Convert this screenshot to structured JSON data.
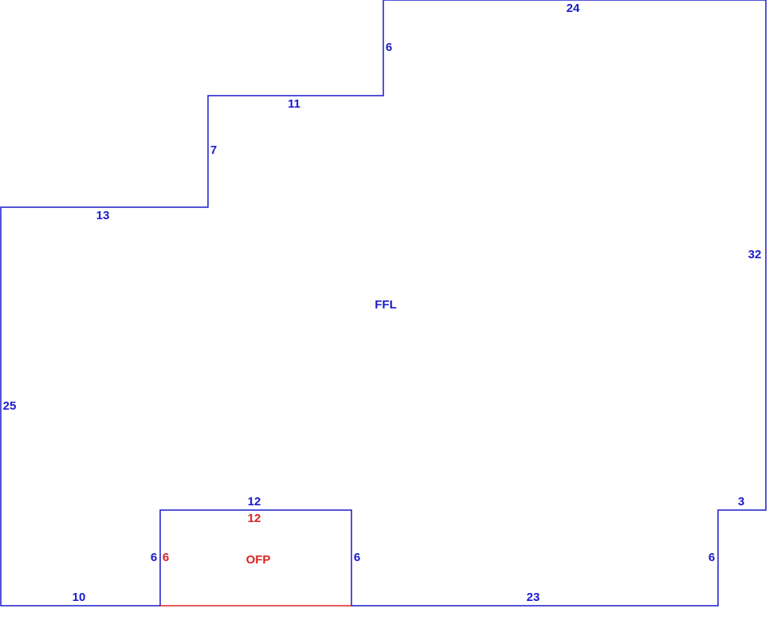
{
  "colors": {
    "main": "#1a1acc",
    "porch": "#dd2222"
  },
  "areas": {
    "main": {
      "name": "FFL"
    },
    "porch": {
      "name": "OFP"
    }
  },
  "main_dimensions": {
    "top": "24",
    "upper_step_riser": "6",
    "upper_step_tread": "11",
    "middle_step_riser": "7",
    "middle_step_tread": "13",
    "left": "25",
    "right": "32",
    "bottom_left": "10",
    "bottom_right": "23",
    "notch_width": "3",
    "notch_height": "6",
    "porch_top": "12",
    "porch_left": "6",
    "porch_right": "6"
  },
  "porch_dimensions": {
    "top": "12",
    "left": "6"
  }
}
